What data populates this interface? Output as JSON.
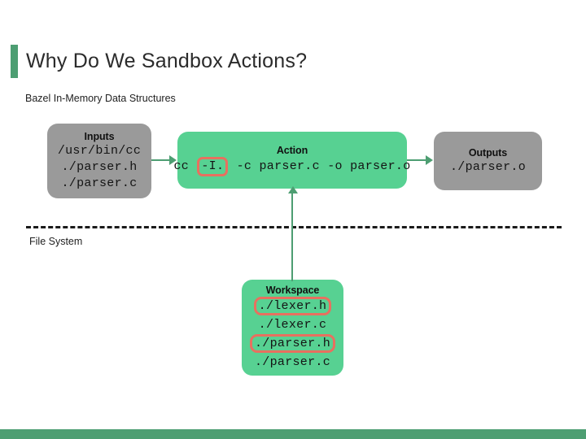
{
  "slide": {
    "title": "Why Do We Sandbox Actions?",
    "accent_color": "#4d9e72",
    "section_caption": "Bazel In-Memory Data Structures",
    "filesystem_caption": "File System",
    "divider_style": "dashed",
    "box_gray_color": "#9a9a9a",
    "box_green_color": "#57d192",
    "highlight_color": "#e8705f"
  },
  "nodes": {
    "inputs": {
      "title": "Inputs",
      "lines": [
        "/usr/bin/cc",
        "./parser.h",
        "./parser.c"
      ]
    },
    "action": {
      "title": "Action",
      "command_prefix": "cc ",
      "command_highlight": "-I.",
      "command_suffix": " -c parser.c -o parser.o",
      "command_full": "cc -I. -c parser.c -o parser.o"
    },
    "outputs": {
      "title": "Outputs",
      "lines": [
        "./parser.o"
      ]
    },
    "workspace": {
      "title": "Workspace",
      "lines": [
        {
          "text": "./lexer.h",
          "highlighted": true
        },
        {
          "text": "./lexer.c",
          "highlighted": false
        },
        {
          "text": "./parser.h",
          "highlighted": true
        },
        {
          "text": "./parser.c",
          "highlighted": false
        }
      ]
    }
  },
  "connectors": [
    {
      "name": "inputs-to-action",
      "direction": "right"
    },
    {
      "name": "action-to-outputs",
      "direction": "right"
    },
    {
      "name": "workspace-to-action",
      "direction": "up"
    }
  ]
}
